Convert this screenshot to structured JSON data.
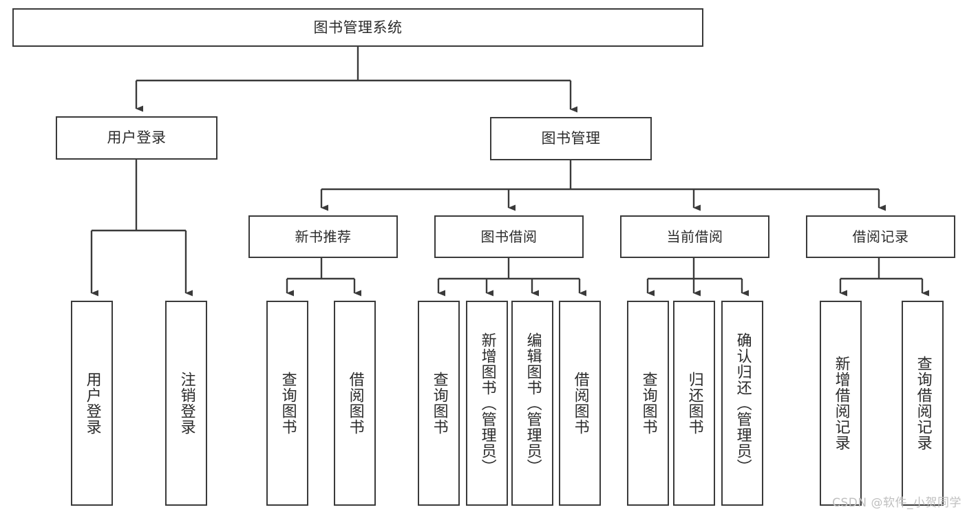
{
  "diagram": {
    "title": "图书管理系统",
    "type": "tree-hierarchy-chart",
    "orientation": "top-down",
    "stroke_color": "#3a3a3a",
    "text_color": "#2b2b2b",
    "background_color": "#ffffff"
  },
  "nodes": {
    "root": {
      "label": "图书管理系统"
    },
    "level2": [
      {
        "label": "用户登录"
      },
      {
        "label": "图书管理"
      }
    ],
    "level3": [
      {
        "label": "新书推荐"
      },
      {
        "label": "图书借阅"
      },
      {
        "label": "当前借阅"
      },
      {
        "label": "借阅记录"
      }
    ],
    "leaves": {
      "user_login": [
        {
          "label": "用户登录"
        },
        {
          "label": "注销登录"
        }
      ],
      "new_book_recommend": [
        {
          "label": "查询图书"
        },
        {
          "label": "借阅图书"
        }
      ],
      "book_borrow": [
        {
          "label": "查询图书"
        },
        {
          "label": "新增图书（管理员）"
        },
        {
          "label": "编辑图书（管理员）"
        },
        {
          "label": "借阅图书"
        }
      ],
      "current_borrow": [
        {
          "label": "查询图书"
        },
        {
          "label": "归还图书"
        },
        {
          "label": "确认归还（管理员）"
        }
      ],
      "borrow_record": [
        {
          "label": "新增借阅记录"
        },
        {
          "label": "查询借阅记录"
        }
      ]
    }
  },
  "watermark": {
    "text": "CSDN @软件_小贺同学"
  }
}
